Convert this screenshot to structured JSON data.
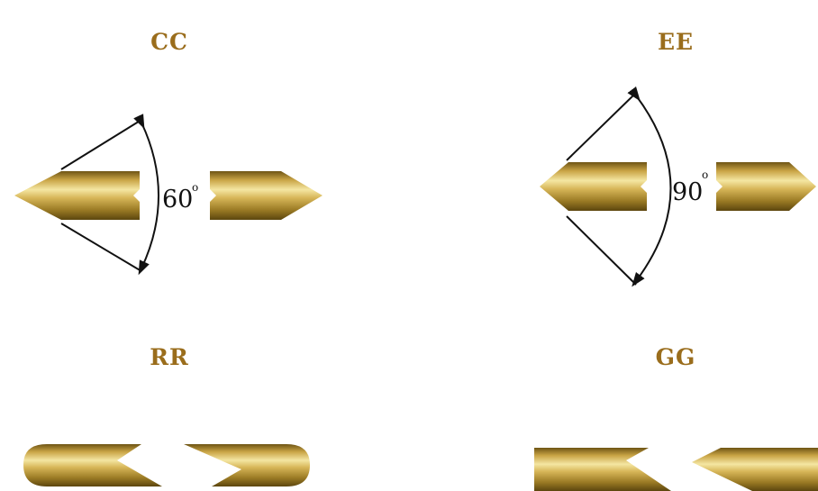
{
  "tips": [
    {
      "code": "CC",
      "angle": "60",
      "degree_symbol": "o"
    },
    {
      "code": "EE",
      "angle": "90",
      "degree_symbol": "o"
    },
    {
      "code": "RR"
    },
    {
      "code": "GG"
    }
  ],
  "colors": {
    "label": "#9a6d1c",
    "gold_light": "#f4e6a2",
    "gold_mid": "#c9a445",
    "gold_dark": "#6e5414",
    "line": "#111111"
  }
}
